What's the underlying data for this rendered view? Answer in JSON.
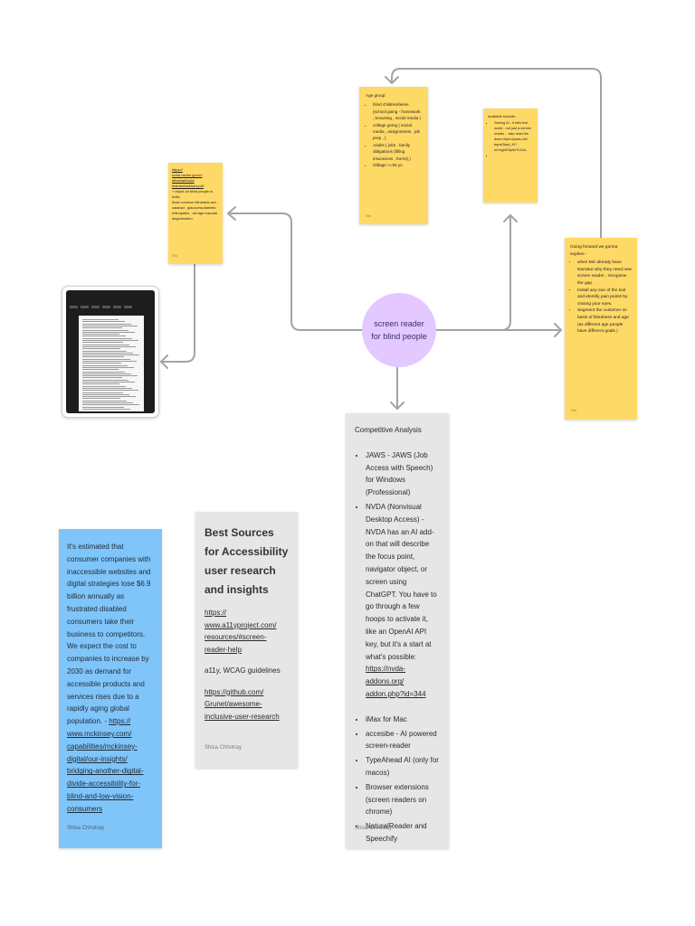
{
  "center_node": {
    "label": "screen reader for blind people"
  },
  "sticky_links": {
    "lines": [
      "https://",
      "rcntsl.nsrthe.gov.in/",
      "athathae/loda/",
      "teambel/iud/iumi.pdf",
      "+ report on blind people in India.",
      "Most common blindness are - cataract , glaucoma,diabetic retinopaths , old age macular degeneration"
    ],
    "author": "Shi"
  },
  "sticky_age": {
    "heading": "Age group:",
    "items": [
      "blind children/teens (school going - homework , browsing , social media )",
      "college going ( social media , assignments , job prep , )",
      "Adults ( jobs , family obligations (filling insurances , forms),)",
      "Oldage >=50 yo"
    ],
    "author": "Shi"
  },
  "sticky_tools": {
    "heading": "Available tool/site -",
    "items": [
      "Seeing AI - it tells text world , not just a screen reader .. also read the docs https://youtu.be/ bqnsSkpd_KI? si=rsgUK5yhk7hJ2A-",
      ""
    ]
  },
  "sticky_forward": {
    "heading": "Going forward we gonna explore :",
    "items": [
      "when MS already have Narrator why they need new screen reader , recognise the gap.",
      "Install any one of the tool and identify pain points by closing your eyes.",
      "Segment the customer on basis of blindness and age (as different age people have different goals )"
    ],
    "author": "Shi"
  },
  "competitive": {
    "title": "Competitive Analysis",
    "items": [
      {
        "text": "JAWS - JAWS (Job Access with Speech) for Windows (Professional)"
      },
      {
        "text": "NVDA (Nonvisual Desktop Access) - NVDA has an AI add-on that will describe the focus point, navigator object, or screen using ChatGPT. You have to go through a few hoops to activate it, like an OpenAI API key, but it's a start at what's possible: ",
        "link": "https://nvda-addons.org/ addon.php?id=344"
      },
      {
        "text": "iMax for Mac"
      },
      {
        "text": "accesibe - AI powered screen-reader"
      },
      {
        "text": "TypeAhead AI (only for macos)"
      },
      {
        "text": "Browser extensions (screen readers on chrome)"
      },
      {
        "text": "NaturalReader and Speechify"
      }
    ],
    "author": "Shisa Chhotray"
  },
  "sources": {
    "title": "Best Sources for Accessibility user research and insights",
    "link1": "https:// www.a11yproject.com/ resources/#screen- reader-help",
    "text1": "a11y, WCAG guidelines",
    "link2": "https://github.com/ Grunet/awesome- inclusive-user-research",
    "author": "Shisa Chhotray"
  },
  "blue_note": {
    "text": "It's estimated that consumer companies with inaccessible websites and digital strategies lose $6.9 billion annually as frustrated disabled consumers take their business to competitors. We expect the cost to companies to increase by 2030 as demand for accessible products and services rises due to a rapidly aging global population. - ",
    "link": "https:// www.mckinsey.com/ capabilities/mckinsey- digital/our-insights/ bridging-another-digital- divide-accessibility-for- blind-and-low-vision- consumers",
    "author": "Shisa Chhotray"
  },
  "colors": {
    "sticky": "#ffd966",
    "center": "#e3c9ff",
    "gray_card": "#e6e6e6",
    "blue_card": "#80c5f9",
    "connector": "#a3a3a3"
  }
}
